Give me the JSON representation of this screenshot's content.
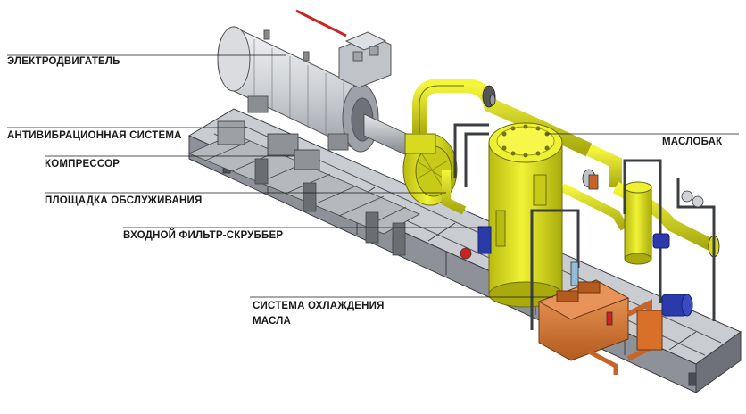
{
  "labels": {
    "motor": "ЭЛЕКТРОДВИГАТЕЛЬ",
    "antivibration": "АНТИВИБРАЦИОННАЯ СИСТЕМА",
    "compressor": "КОМПРЕССОР",
    "platform": "ПЛОЩАДКА ОБСЛУЖИВАНИЯ",
    "scrubber": "ВХОДНОЙ ФИЛЬТР-СКРУББЕР",
    "oil_tank": "МАСЛОБАК",
    "oil_cooling_line1": "СИСТЕМА ОХЛАЖДЕНИЯ",
    "oil_cooling_line2": "МАСЛА"
  },
  "colors": {
    "yellow": "#e4e61c",
    "orange": "#d9702a",
    "blue": "#2a3aa8",
    "steel": "#8a8f96",
    "motor": "#d6d8dc",
    "red": "#cc2222"
  }
}
